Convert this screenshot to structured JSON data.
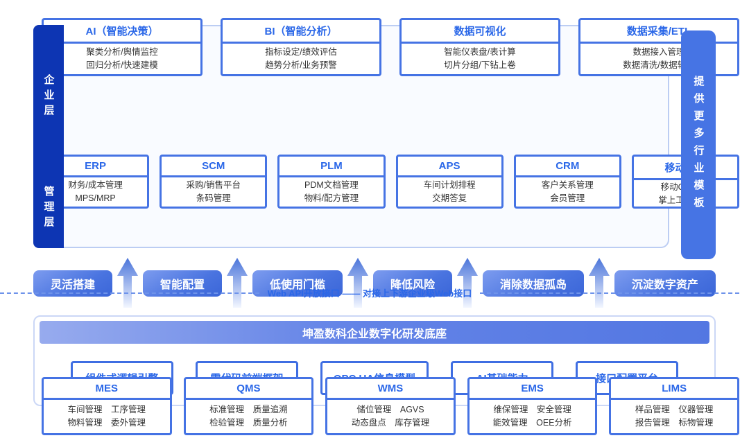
{
  "layers": {
    "enterprise": "企业层",
    "management": "管理层"
  },
  "right_pill": "提供更多行业模板",
  "divider_label": "Web API开放接口 —— 对接上下游企业级Web接口",
  "rows": {
    "row1": [
      {
        "title": "AI（智能决策）",
        "line1": "聚类分析/舆情监控",
        "line2": "回归分析/快速建模"
      },
      {
        "title": "BI（智能分析）",
        "line1": "指标设定/绩效评估",
        "line2": "趋势分析/业务预警"
      },
      {
        "title": "数据可视化",
        "line1": "智能仪表盘/表计算",
        "line2": "切片分组/下钻上卷"
      },
      {
        "title": "数据采集/ETL",
        "line1": "数据接入管理",
        "line2": "数据清洗/数据转换"
      }
    ],
    "row2": [
      {
        "title": "ERP",
        "line1": "财务/成本管理",
        "line2": "MPS/MRP"
      },
      {
        "title": "SCM",
        "line1": "采购/销售平台",
        "line2": "条码管理"
      },
      {
        "title": "PLM",
        "line1": "PDM文档管理",
        "line2": "物料/配方管理"
      },
      {
        "title": "APS",
        "line1": "车间计划排程",
        "line2": "交期答复"
      },
      {
        "title": "CRM",
        "line1": "客户关系管理",
        "line2": "会员管理"
      },
      {
        "title": "移动平台",
        "line1": "移动OA/业务",
        "line2": "掌上工厂/资金"
      }
    ],
    "row3": [
      {
        "title": "MES",
        "line1": "车间管理　工序管理",
        "line2": "物料管理　委外管理"
      },
      {
        "title": "QMS",
        "line1": "标准管理　质量追溯",
        "line2": "检验管理　质量分析"
      },
      {
        "title": "WMS",
        "line1": "储位管理　AGVS",
        "line2": "动态盘点　库存管理"
      },
      {
        "title": "EMS",
        "line1": "维保管理　安全管理",
        "line2": "能效管理　OEE分析"
      },
      {
        "title": "LIMS",
        "line1": "样品管理　仪器管理",
        "line2": "报告管理　标物管理"
      }
    ]
  },
  "benefits": [
    "灵活搭建",
    "智能配置",
    "低使用门槛",
    "降低风险",
    "消除数据孤岛",
    "沉淀数字资产"
  ],
  "foundation": {
    "title": "坤盈数科企业数字化研发底座",
    "items": [
      "组件式逻辑引擎",
      "零代码前端框架",
      "OPC UA信息模型",
      "AI基础能力",
      "接口配置平台"
    ]
  },
  "colors": {
    "sidebar_blue": "#0d35b3",
    "card_border": "#4573e4",
    "title_blue": "#2a67e8",
    "panel_border": "#bccdf3",
    "pill_blue_from": "#7d9cef",
    "pill_blue_to": "#3b66d8",
    "bar_from": "#97abee",
    "bar_to": "#5377e2",
    "body_text": "#333333"
  }
}
